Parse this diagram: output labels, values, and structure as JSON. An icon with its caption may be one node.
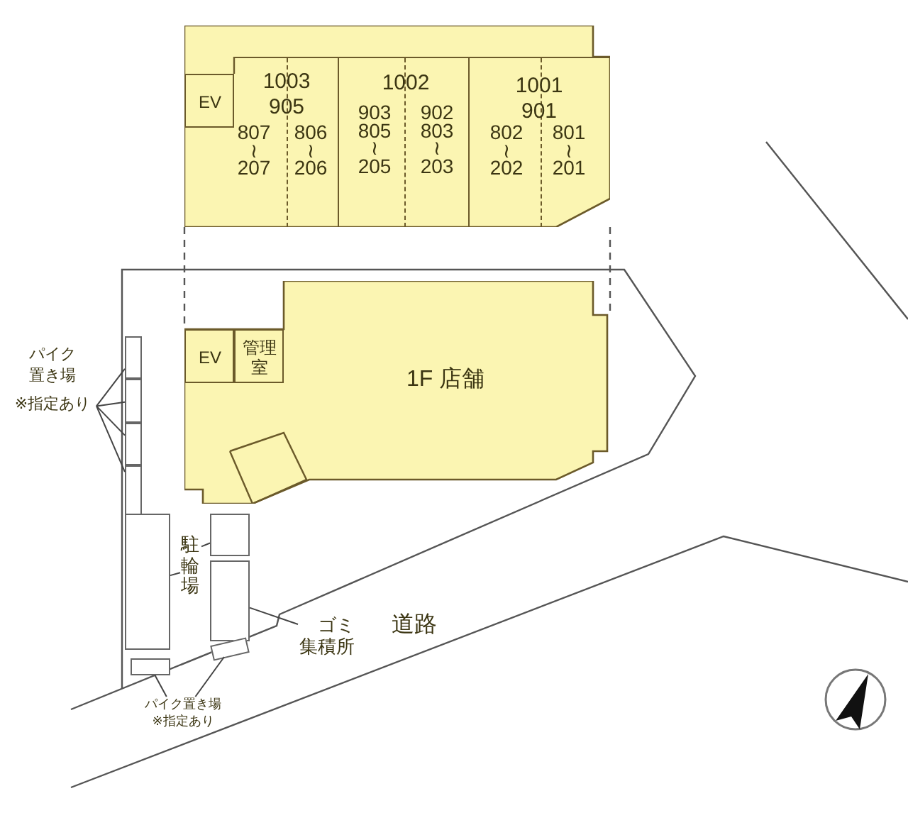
{
  "diagram": {
    "nodes": [
      {
        "text": [],
        "shape": "box"
      },
      {
        "text": [
          "EV"
        ],
        "in": 0
      },
      {
        "text": [
          "1003",
          "905",
          "807 ≀ 207",
          "806 ≀ 206"
        ],
        "in": 0
      },
      {
        "text": [
          "1002",
          "903 805 ≀ 205",
          "902 803 ≀ 203"
        ],
        "in": 0
      },
      {
        "text": [
          "1001",
          "901",
          "802 ≀ 202",
          "801 ≀ 201"
        ],
        "in": 0
      },
      {
        "text": [],
        "shape": "box"
      },
      {
        "text": [
          "EV"
        ],
        "in": 5
      },
      {
        "text": [
          "管理室"
        ],
        "in": 5
      },
      {
        "text": [
          "1F 店舗"
        ],
        "in": 5
      },
      {
        "text": [
          "パイク置き場",
          "※指定あり"
        ]
      },
      {
        "text": [],
        "shape": "box"
      },
      {
        "text": [],
        "shape": "box"
      },
      {
        "text": [],
        "shape": "box"
      },
      {
        "text": [],
        "shape": "box"
      },
      {
        "text": [],
        "shape": "box"
      },
      {
        "text": [],
        "shape": "box"
      },
      {
        "text": [],
        "shape": "box"
      },
      {
        "text": [],
        "shape": "box"
      },
      {
        "text": [],
        "shape": "box"
      },
      {
        "text": [
          "駐輪場"
        ]
      },
      {
        "text": [
          "ゴミ集積所"
        ]
      },
      {
        "text": [
          "パイク置き場",
          "※指定あり"
        ]
      }
    ],
    "edges": [
      {
        "from": 9,
        "to": 10,
        "arrow": "none"
      },
      {
        "from": 9,
        "to": 11,
        "arrow": "none"
      },
      {
        "from": 9,
        "to": 12,
        "arrow": "none"
      },
      {
        "from": 9,
        "to": 13,
        "arrow": "none"
      },
      {
        "from": 19,
        "to": 16,
        "arrow": "none"
      },
      {
        "from": 19,
        "to": 14,
        "arrow": "none"
      },
      {
        "from": 20,
        "to": 17,
        "arrow": "none"
      },
      {
        "from": 21,
        "to": 15,
        "arrow": "none"
      },
      {
        "from": 21,
        "to": 18,
        "arrow": "none"
      }
    ],
    "labels": [
      "道路"
    ]
  }
}
